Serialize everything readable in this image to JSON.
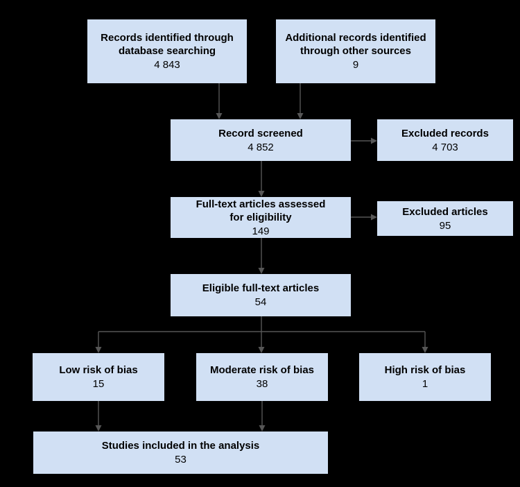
{
  "diagram": {
    "type": "flowchart",
    "subject": "study-selection-flow",
    "colors": {
      "background": "#000000",
      "box_fill": "#d1e0f4",
      "box_text": "#000000",
      "connector": "#565656"
    },
    "boxes": [
      {
        "id": "records-database",
        "lines": [
          "Records identified through",
          "database searching"
        ],
        "value": "4 843"
      },
      {
        "id": "records-other",
        "lines": [
          "Additional records identified",
          "through other sources"
        ],
        "value": "9"
      },
      {
        "id": "records-screened",
        "lines": [
          "Record screened"
        ],
        "value": "4 852"
      },
      {
        "id": "excluded-records",
        "lines": [
          "Excluded records"
        ],
        "value": "4 703"
      },
      {
        "id": "fulltext-assessed",
        "lines": [
          "Full-text articles assessed",
          "for eligibility"
        ],
        "value": "149"
      },
      {
        "id": "excluded-articles",
        "lines": [
          "Excluded articles"
        ],
        "value": "95"
      },
      {
        "id": "eligible-fulltext",
        "lines": [
          "Eligible full-text articles"
        ],
        "value": "54"
      },
      {
        "id": "low-risk",
        "lines": [
          "Low risk of bias"
        ],
        "value": "15"
      },
      {
        "id": "moderate-risk",
        "lines": [
          "Moderate risk of bias"
        ],
        "value": "38"
      },
      {
        "id": "high-risk",
        "lines": [
          "High risk of bias"
        ],
        "value": "1"
      },
      {
        "id": "studies-included",
        "lines": [
          "Studies included in the analysis"
        ],
        "value": "53"
      }
    ],
    "connections": [
      {
        "from": "records-database",
        "to": "records-screened"
      },
      {
        "from": "records-other",
        "to": "records-screened"
      },
      {
        "from": "records-screened",
        "to": "excluded-records"
      },
      {
        "from": "records-screened",
        "to": "fulltext-assessed"
      },
      {
        "from": "fulltext-assessed",
        "to": "excluded-articles"
      },
      {
        "from": "fulltext-assessed",
        "to": "eligible-fulltext"
      },
      {
        "from": "eligible-fulltext",
        "to": "low-risk"
      },
      {
        "from": "eligible-fulltext",
        "to": "moderate-risk"
      },
      {
        "from": "eligible-fulltext",
        "to": "high-risk"
      },
      {
        "from": "low-risk",
        "to": "studies-included"
      },
      {
        "from": "moderate-risk",
        "to": "studies-included"
      }
    ]
  }
}
